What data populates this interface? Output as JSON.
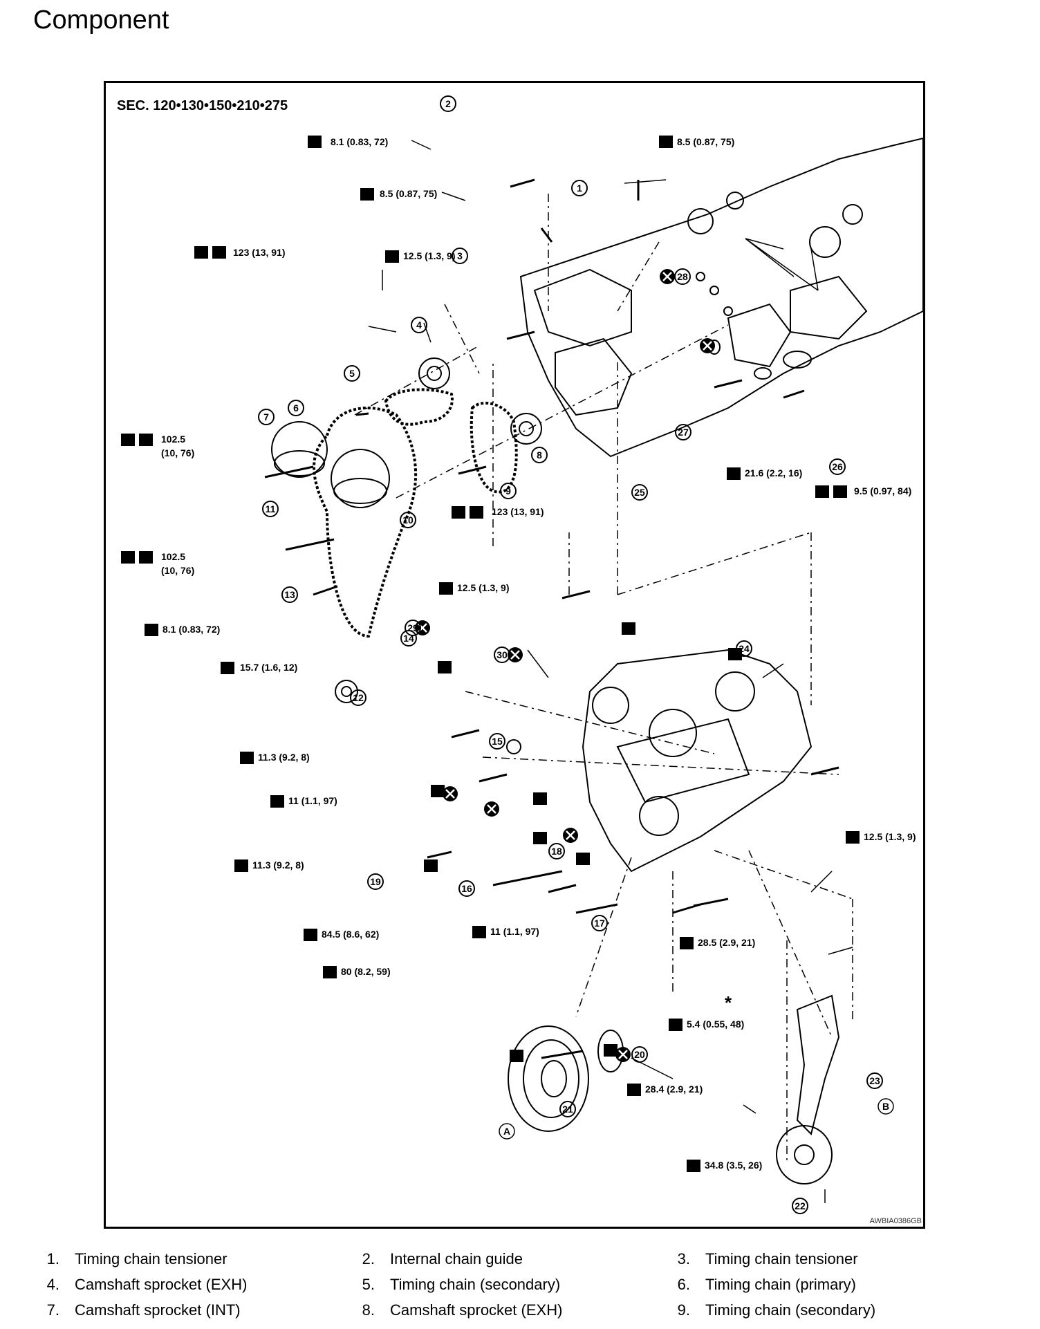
{
  "page": {
    "title": "Component"
  },
  "figure": {
    "section": "SEC. 120•130•150•210•275",
    "code": "AWBIA0386GB",
    "torques": [
      "8.1 (0.83, 72)",
      "8.5 (0.87, 75)",
      "8.5 (0.87, 75)",
      "123 (13, 91)",
      "12.5 (1.3, 9)",
      "102.5",
      "(10, 76)",
      "102.5",
      "(10, 76)",
      "8.1 (0.83, 72)",
      "15.7 (1.6, 12)",
      "123 (13, 91)",
      "12.5 (1.3, 9)",
      "21.6 (2.2, 16)",
      "9.5 (0.97, 84)",
      "11.3 (9.2, 8)",
      "11 (1.1, 97)",
      "11.3 (9.2, 8)",
      "84.5 (8.6, 62)",
      "80 (8.2, 59)",
      "11 (1.1, 97)",
      "28.5 (2.9, 21)",
      "12.5 (1.3, 9)",
      "5.4 (0.55, 48)",
      "28.4 (2.9, 21)",
      "34.8 (3.5, 26)"
    ],
    "callouts": [
      "1",
      "2",
      "3",
      "4",
      "5",
      "6",
      "7",
      "8",
      "9",
      "10",
      "11",
      "12",
      "13",
      "14",
      "15",
      "16",
      "17",
      "18",
      "19",
      "20",
      "21",
      "22",
      "23",
      "24",
      "25",
      "26",
      "27",
      "28",
      "29",
      "30"
    ],
    "ref_letters": [
      "A",
      "B"
    ],
    "asterisk": "*"
  },
  "legend": [
    {
      "num": "1.",
      "text": "Timing chain tensioner"
    },
    {
      "num": "2.",
      "text": "Internal chain guide"
    },
    {
      "num": "3.",
      "text": "Timing chain tensioner"
    },
    {
      "num": "4.",
      "text": "Camshaft sprocket (EXH)"
    },
    {
      "num": "5.",
      "text": "Timing chain (secondary)"
    },
    {
      "num": "6.",
      "text": "Timing chain (primary)"
    },
    {
      "num": "7.",
      "text": "Camshaft sprocket (INT)"
    },
    {
      "num": "8.",
      "text": "Camshaft sprocket (EXH)"
    },
    {
      "num": "9.",
      "text": "Timing chain (secondary)"
    }
  ]
}
